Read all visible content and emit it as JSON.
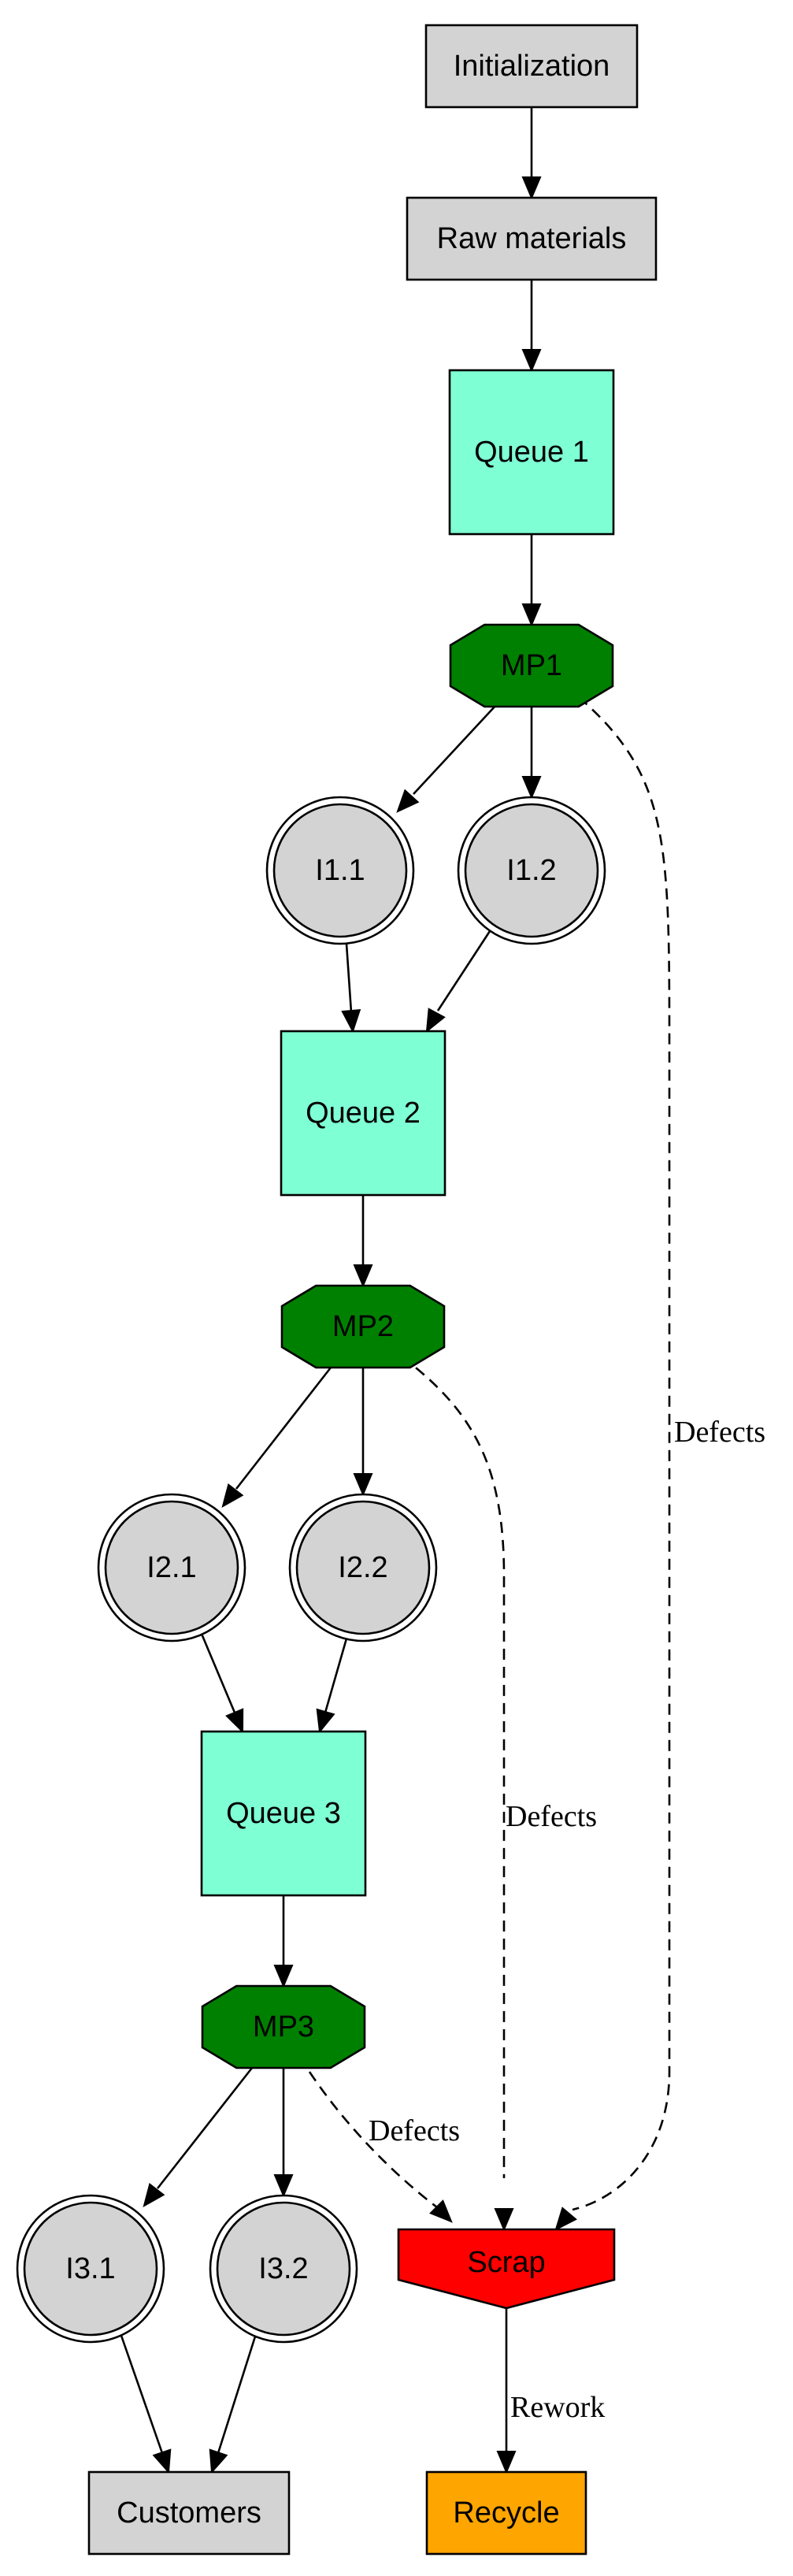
{
  "colors": {
    "gray_node": "#d3d3d3",
    "queue": "#7fffd4",
    "machine": "#008000",
    "scrap": "#ff0000",
    "recycle": "#ffa500",
    "edge": "#000000"
  },
  "nodes": {
    "initialization": {
      "label": "Initialization",
      "shape": "box"
    },
    "raw_materials": {
      "label": "Raw materials",
      "shape": "box"
    },
    "queue1": {
      "label": "Queue 1",
      "shape": "square"
    },
    "mp1": {
      "label": "MP1",
      "shape": "octagon"
    },
    "i1_1": {
      "label": "I1.1",
      "shape": "doublecircle"
    },
    "i1_2": {
      "label": "I1.2",
      "shape": "doublecircle"
    },
    "queue2": {
      "label": "Queue 2",
      "shape": "square"
    },
    "mp2": {
      "label": "MP2",
      "shape": "octagon"
    },
    "i2_1": {
      "label": "I2.1",
      "shape": "doublecircle"
    },
    "i2_2": {
      "label": "I2.2",
      "shape": "doublecircle"
    },
    "queue3": {
      "label": "Queue 3",
      "shape": "square"
    },
    "mp3": {
      "label": "MP3",
      "shape": "octagon"
    },
    "i3_1": {
      "label": "I3.1",
      "shape": "doublecircle"
    },
    "i3_2": {
      "label": "I3.2",
      "shape": "doublecircle"
    },
    "customers": {
      "label": "Customers",
      "shape": "box"
    },
    "scrap": {
      "label": "Scrap",
      "shape": "invhouse"
    },
    "recycle": {
      "label": "Recycle",
      "shape": "box"
    }
  },
  "edges": [
    {
      "from": "initialization",
      "to": "raw_materials",
      "style": "solid"
    },
    {
      "from": "raw_materials",
      "to": "queue1",
      "style": "solid"
    },
    {
      "from": "queue1",
      "to": "mp1",
      "style": "solid"
    },
    {
      "from": "mp1",
      "to": "i1_1",
      "style": "solid"
    },
    {
      "from": "mp1",
      "to": "i1_2",
      "style": "solid"
    },
    {
      "from": "mp1",
      "to": "scrap",
      "style": "dashed",
      "label": "Defects"
    },
    {
      "from": "i1_1",
      "to": "queue2",
      "style": "solid"
    },
    {
      "from": "i1_2",
      "to": "queue2",
      "style": "solid"
    },
    {
      "from": "queue2",
      "to": "mp2",
      "style": "solid"
    },
    {
      "from": "mp2",
      "to": "i2_1",
      "style": "solid"
    },
    {
      "from": "mp2",
      "to": "i2_2",
      "style": "solid"
    },
    {
      "from": "mp2",
      "to": "scrap",
      "style": "dashed",
      "label": "Defects"
    },
    {
      "from": "i2_1",
      "to": "queue3",
      "style": "solid"
    },
    {
      "from": "i2_2",
      "to": "queue3",
      "style": "solid"
    },
    {
      "from": "queue3",
      "to": "mp3",
      "style": "solid"
    },
    {
      "from": "mp3",
      "to": "i3_1",
      "style": "solid"
    },
    {
      "from": "mp3",
      "to": "i3_2",
      "style": "solid"
    },
    {
      "from": "mp3",
      "to": "scrap",
      "style": "dashed",
      "label": "Defects"
    },
    {
      "from": "i3_1",
      "to": "customers",
      "style": "solid"
    },
    {
      "from": "i3_2",
      "to": "customers",
      "style": "solid"
    },
    {
      "from": "scrap",
      "to": "recycle",
      "style": "solid",
      "label": "Rework"
    }
  ]
}
